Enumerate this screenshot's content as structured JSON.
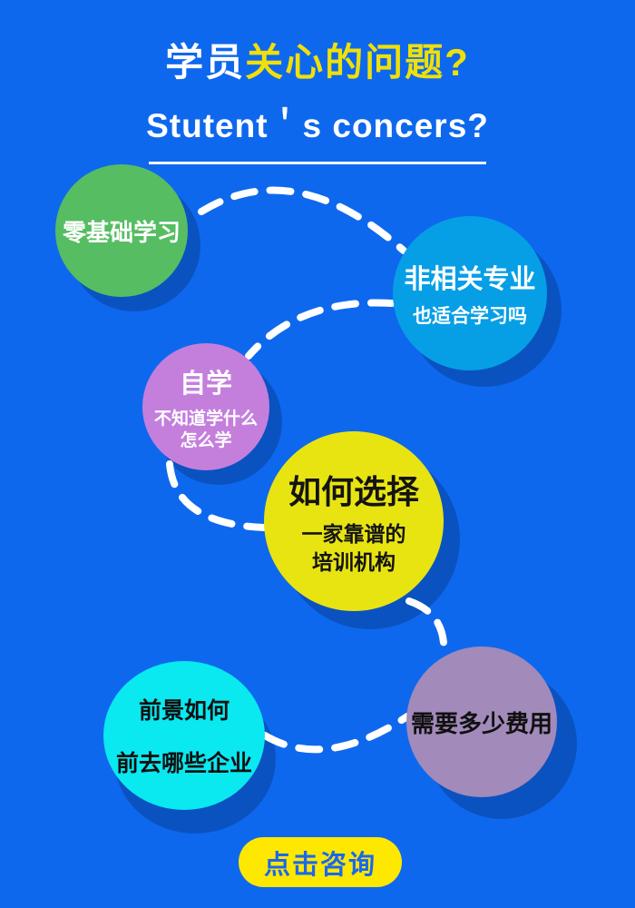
{
  "header": {
    "title_white": "学员",
    "title_yellow": "关心的问题?",
    "subtitle": "Stutent＇s concers?"
  },
  "bubbles": [
    {
      "id": "zero-basic",
      "color": "#56bd62",
      "text_color": "#ffffff",
      "lines": [
        "零基础学习"
      ]
    },
    {
      "id": "non-related-major",
      "color": "#069fe6",
      "text_color": "#ffffff",
      "lines": [
        "非相关专业",
        "也适合学习吗"
      ]
    },
    {
      "id": "self-study",
      "color": "#c47fdd",
      "text_color": "#ffffff",
      "lines": [
        "自学",
        "不知道学什么",
        "怎么学"
      ]
    },
    {
      "id": "how-to-choose",
      "color": "#e8e412",
      "text_color": "#141414",
      "lines": [
        "如何选择",
        "一家靠谱的",
        "培训机构"
      ]
    },
    {
      "id": "prospects",
      "color": "#0ae8f0",
      "text_color": "#101010",
      "lines": [
        "前景如何",
        "前去哪些企业"
      ]
    },
    {
      "id": "cost",
      "color": "#a28aba",
      "text_color": "#101010",
      "lines": [
        "需要多少费用"
      ]
    }
  ],
  "cta": {
    "label": "点击咨询",
    "bg_color": "#ffe800",
    "text_color": "#1b67ee"
  },
  "colors": {
    "background": "#0e68ee",
    "circle_shadow": "#0b52c1",
    "title_yellow": "#f0e009",
    "connector": "#ffffff"
  }
}
